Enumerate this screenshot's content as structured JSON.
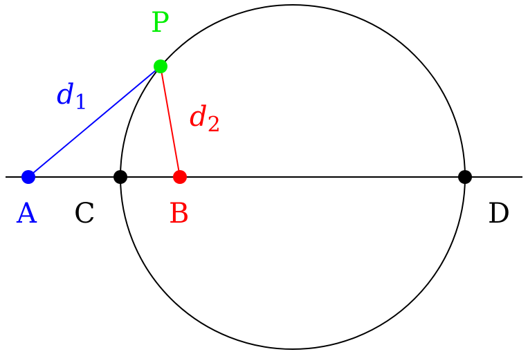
{
  "labels": {
    "A": "A",
    "B": "B",
    "C": "C",
    "D": "D",
    "P": "P",
    "d1": "d",
    "d1_sub": "1",
    "d2": "d",
    "d2_sub": "2"
  },
  "colors": {
    "A": "#0000ff",
    "B": "#ff0000",
    "P": "#00ee00",
    "line": "#000000"
  }
}
